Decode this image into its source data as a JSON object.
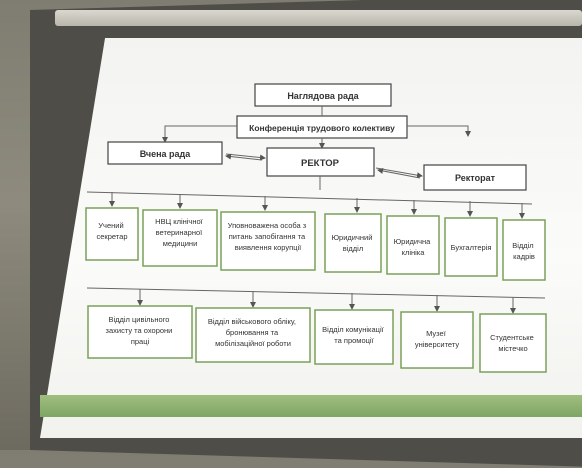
{
  "org_chart": {
    "supervisory_board": "Наглядова рада",
    "labor_conference": "Конференція трудового колективу",
    "academic_council": "Вчена рада",
    "rector": "РЕКТОР",
    "rectorate": "Ректорат",
    "row1": [
      {
        "lines": [
          "Учений",
          "секретар"
        ]
      },
      {
        "lines": [
          "НВЦ клінічної",
          "ветеринарної",
          "медицини"
        ]
      },
      {
        "lines": [
          "Уповноважена особа з",
          "питань запобігання та",
          "виявлення корупції"
        ]
      },
      {
        "lines": [
          "Юридичний",
          "відділ"
        ]
      },
      {
        "lines": [
          "Юридична",
          "клініка"
        ]
      },
      {
        "lines": [
          "Бухгалтерія"
        ]
      },
      {
        "lines": [
          "Відділ",
          "кадрів"
        ]
      }
    ],
    "row2": [
      {
        "lines": [
          "Відділ цивільного",
          "захисту та охорони",
          "праці"
        ]
      },
      {
        "lines": [
          "Відділ військового обліку,",
          "бронювання та",
          "мобілізаційної роботи"
        ]
      },
      {
        "lines": [
          "Відділ комунікації",
          "та промоції"
        ]
      },
      {
        "lines": [
          "Музеї",
          "університету"
        ]
      },
      {
        "lines": [
          "Студентське",
          "містечко"
        ]
      }
    ]
  }
}
